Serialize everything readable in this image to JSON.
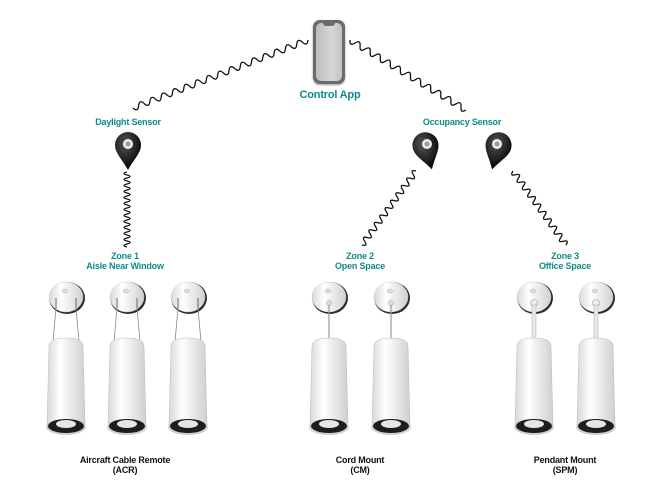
{
  "app": {
    "label": "Control App",
    "icon": "smartphone-icon"
  },
  "sensors": [
    {
      "label": "Daylight Sensor",
      "pins": 1
    },
    {
      "label": "Occupancy Sensor",
      "pins": 2
    }
  ],
  "zones": [
    {
      "line1": "Zone 1",
      "line2": "Aisle Near Window",
      "fixtures": 3,
      "mount": "cable"
    },
    {
      "line1": "Zone 2",
      "line2": "Open Space",
      "fixtures": 2,
      "mount": "cord"
    },
    {
      "line1": "Zone 3",
      "line2": "Office Space",
      "fixtures": 2,
      "mount": "pendant"
    }
  ],
  "captions": [
    {
      "line1": "Aircraft Cable Remote",
      "line2": "(ACR)"
    },
    {
      "line1": "Cord Mount",
      "line2": "(CM)"
    },
    {
      "line1": "Pendant Mount",
      "line2": "(SPM)"
    }
  ],
  "colors": {
    "label": "#0e8a8a",
    "caption": "#111111"
  }
}
